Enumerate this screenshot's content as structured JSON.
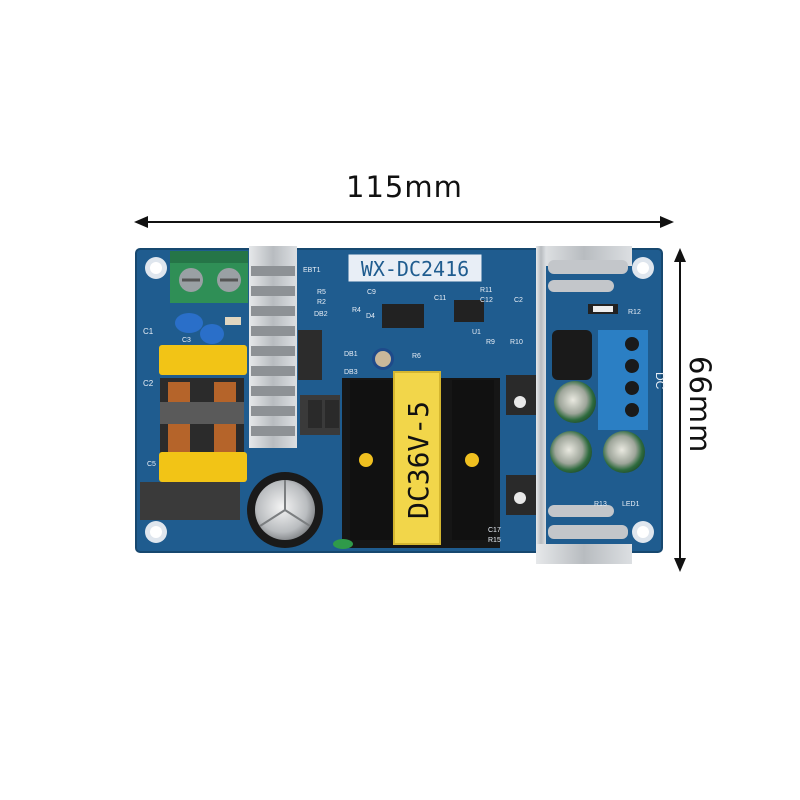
{
  "dimensions": {
    "width": "115mm",
    "height": "66mm"
  },
  "board": {
    "model": "WX-DC2416",
    "transformer_label": "DC36V-5",
    "output_label": "DC"
  },
  "silkscreen": {
    "c1": "C1",
    "c2": "C2",
    "c3": "C3",
    "c5": "C5",
    "c9": "C9",
    "c11": "C11",
    "c12": "C12",
    "c2r": "C2",
    "c17": "C17",
    "r5": "R5",
    "r2": "R2",
    "r4": "R4",
    "r6": "R6",
    "r9": "R9",
    "r10": "R10",
    "r11": "R11",
    "r12": "R12",
    "r13": "R13",
    "r15": "R15",
    "db1": "DB1",
    "db2": "DB2",
    "db3": "DB3",
    "led1": "LED1",
    "u1": "U1",
    "ebt1": "EBT1",
    "d4": "D4"
  },
  "colors": {
    "pcb": "#1f5c8f",
    "heatsink": "#c9ccd0",
    "terminal_green": "#2f8f56",
    "terminal_blue": "#2b7fc4",
    "inductor_yellow": "#f2c416",
    "cap_green": "#2e6b3e"
  }
}
